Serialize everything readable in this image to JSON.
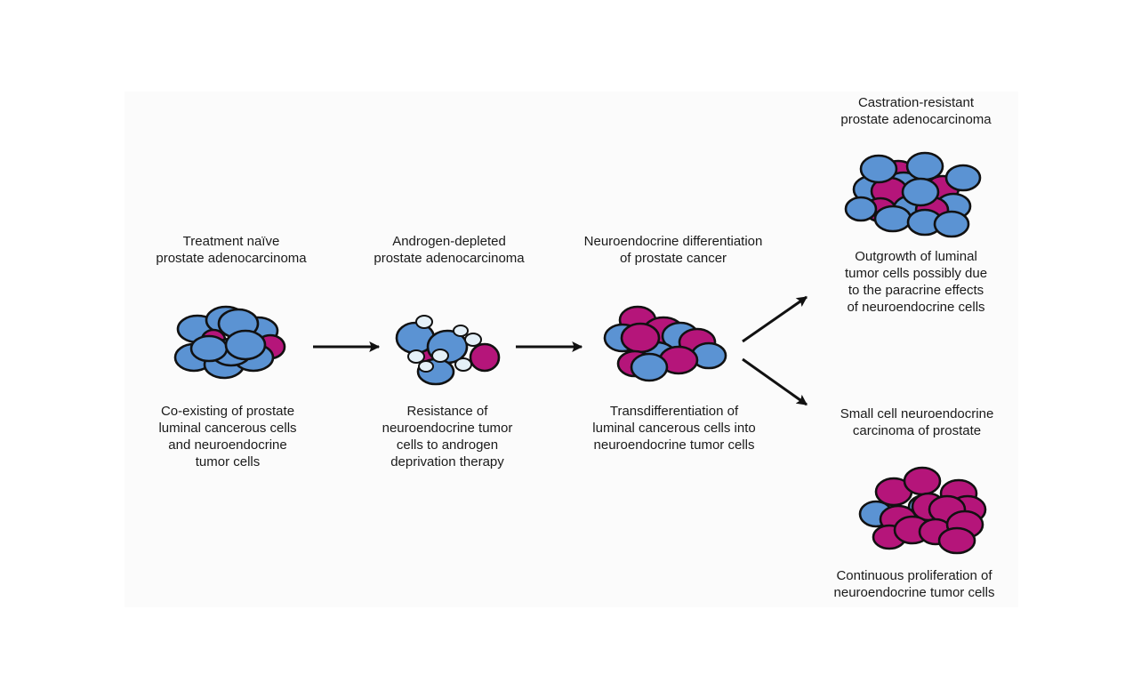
{
  "colors": {
    "luminal_cell": "#5b93d3",
    "neuroendocrine_cell": "#b5157a",
    "apoptotic_cell": "#e4f0f8",
    "outline": "#111111",
    "arrow": "#111111",
    "panel_bg": "#fbfbfb"
  },
  "legend_semantics": {
    "luminal_cell": "prostate luminal cancerous cell (blue)",
    "neuroendocrine_cell": "neuroendocrine tumor cell (magenta)",
    "apoptotic_cell": "dying / regressing luminal cell (pale)"
  },
  "stages": [
    {
      "id": "treatment-naive",
      "title": [
        "Treatment naïve",
        "prostate adenocarcinoma"
      ],
      "caption": [
        "Co-existing of prostate",
        "luminal cancerous cells",
        "and neuroendocrine",
        "tumor cells"
      ],
      "cell_counts": {
        "luminal": 10,
        "neuroendocrine": 2,
        "apoptotic": 0
      }
    },
    {
      "id": "androgen-depleted",
      "title": [
        "Androgen-depleted",
        "prostate adenocarcinoma"
      ],
      "caption": [
        "Resistance of",
        "neuroendocrine tumor",
        "cells to androgen",
        "deprivation therapy"
      ],
      "cell_counts": {
        "luminal": 3,
        "neuroendocrine": 2,
        "apoptotic": 7
      }
    },
    {
      "id": "ne-differentiation",
      "title": [
        "Neuroendocrine differentiation",
        "of prostate cancer"
      ],
      "caption": [
        "Transdifferentiation of",
        "luminal cancerous cells into",
        "neuroendocrine tumor cells"
      ],
      "cell_counts": {
        "luminal": 5,
        "neuroendocrine": 6,
        "apoptotic": 0
      }
    },
    {
      "id": "castration-resistant",
      "title": [
        "Castration-resistant",
        "prostate adenocarcinoma"
      ],
      "caption": [
        "Outgrowth of luminal",
        "tumor cells possibly due",
        "to the paracrine effects",
        "of neuroendocrine cells"
      ],
      "cell_counts": {
        "luminal": 11,
        "neuroendocrine": 4,
        "apoptotic": 0
      }
    },
    {
      "id": "small-cell-ne",
      "title": [
        "Small cell neuroendocrine",
        "carcinoma of prostate"
      ],
      "caption": [
        "Continuous proliferation of",
        "neuroendocrine tumor cells"
      ],
      "cell_counts": {
        "luminal": 3,
        "neuroendocrine": 11,
        "apoptotic": 0
      }
    }
  ],
  "flow": [
    {
      "from": "treatment-naive",
      "to": "androgen-depleted"
    },
    {
      "from": "androgen-depleted",
      "to": "ne-differentiation"
    },
    {
      "from": "ne-differentiation",
      "to": "castration-resistant"
    },
    {
      "from": "ne-differentiation",
      "to": "small-cell-ne"
    }
  ]
}
